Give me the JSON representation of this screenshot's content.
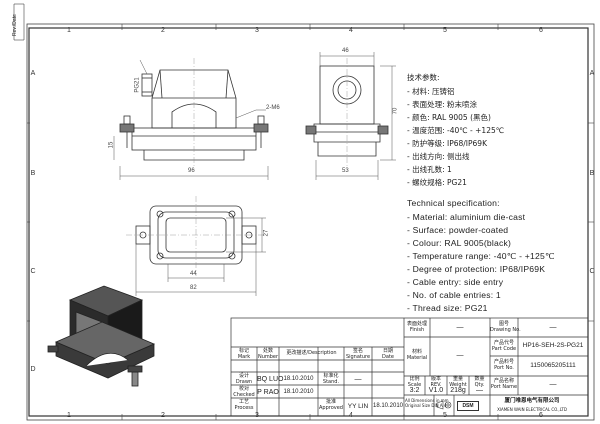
{
  "header_note": "Rev./Date",
  "zones": {
    "columns": [
      "1",
      "2",
      "3",
      "4",
      "5",
      "6"
    ],
    "rows": [
      "A",
      "B",
      "C",
      "D"
    ]
  },
  "dimensions": {
    "front_width": "96",
    "front_height": "15",
    "pg21": "PG21",
    "screw": "2-M6",
    "side_width": "46",
    "side_height": "70",
    "side_base": "53",
    "top_inner_height": "27",
    "top_inner_width": "44",
    "top_outer_width": "82"
  },
  "spec_cn": {
    "title": "技术参数:",
    "lines": [
      "- 材料: 压铸铝",
      "- 表面处理: 粉末喷涂",
      "- 颜色: RAL 9005 (黑色)",
      "- 温度范围: -40℃ - +125℃",
      "- 防护等级: IP68/IP69K",
      "- 出线方向: 侧出线",
      "- 出线孔数: 1",
      "- 螺纹规格: PG21"
    ]
  },
  "spec_en": {
    "title": "Technical specification:",
    "lines": [
      "- Material: aluminium die-cast",
      "- Surface: powder-coated",
      "- Colour: RAL 9005(black)",
      "- Temperature range: -40℃ - +125℃",
      "- Degree of protection: IP68/IP69K",
      "- Cable entry: side entry",
      "- No. of cable entries: 1",
      "- Thread size: PG21"
    ]
  },
  "title_block": {
    "mark_label": "标记\nMark",
    "number_label": "处数\nNumber",
    "change_label": "更改描述/Description",
    "signature_label": "签名\nSignature",
    "date_label": "日期\nDate",
    "drawn_label": "设计\nDrawn",
    "drawn_by": "BQ LUO",
    "drawn_date": "18.10.2010",
    "standard_label": "标准化\nStand.",
    "standard_value": "—",
    "checked_label": "校对\nChecked",
    "checked_by": "P RAO",
    "checked_date": "18.10.2010",
    "process_label": "工艺\nProcess",
    "approved_label": "批准\nApproved",
    "approved_by": "YY LIN",
    "approved_date": "18.10.2010",
    "finish_label": "表面处理\nFinish",
    "finish_value": "—",
    "material_label": "材料\nMaterial",
    "material_value": "—",
    "scale_label": "比例\nScale",
    "scale_value": "3:2",
    "rev_label": "版本\nREV.",
    "rev_value": "V1.0",
    "weight_label": "重量\nWeight",
    "weight_value": "218g",
    "qty_label": "数量\nQty.",
    "qty_value": "—",
    "drawing_no_label": "图号\nDrawing No.",
    "drawing_no_value": "—",
    "part_code_label": "产品代号\nPart Code",
    "part_code_value": "HP16-SEH-2S-PG21",
    "part_no_label": "产品料号\nPort No.",
    "part_no_value": "1150065205111",
    "part_name_label": "产品名称\nPort Name",
    "part_name_value": "—",
    "dimensions_note": "All Dimensions in mm\nOriginal Size DIN A 4",
    "company_logo": "DSM",
    "company_cn": "厦门唯恩电气有限公司",
    "company_en": "XIAMEN WAIN ELECTRICAL CO.,LTD"
  }
}
